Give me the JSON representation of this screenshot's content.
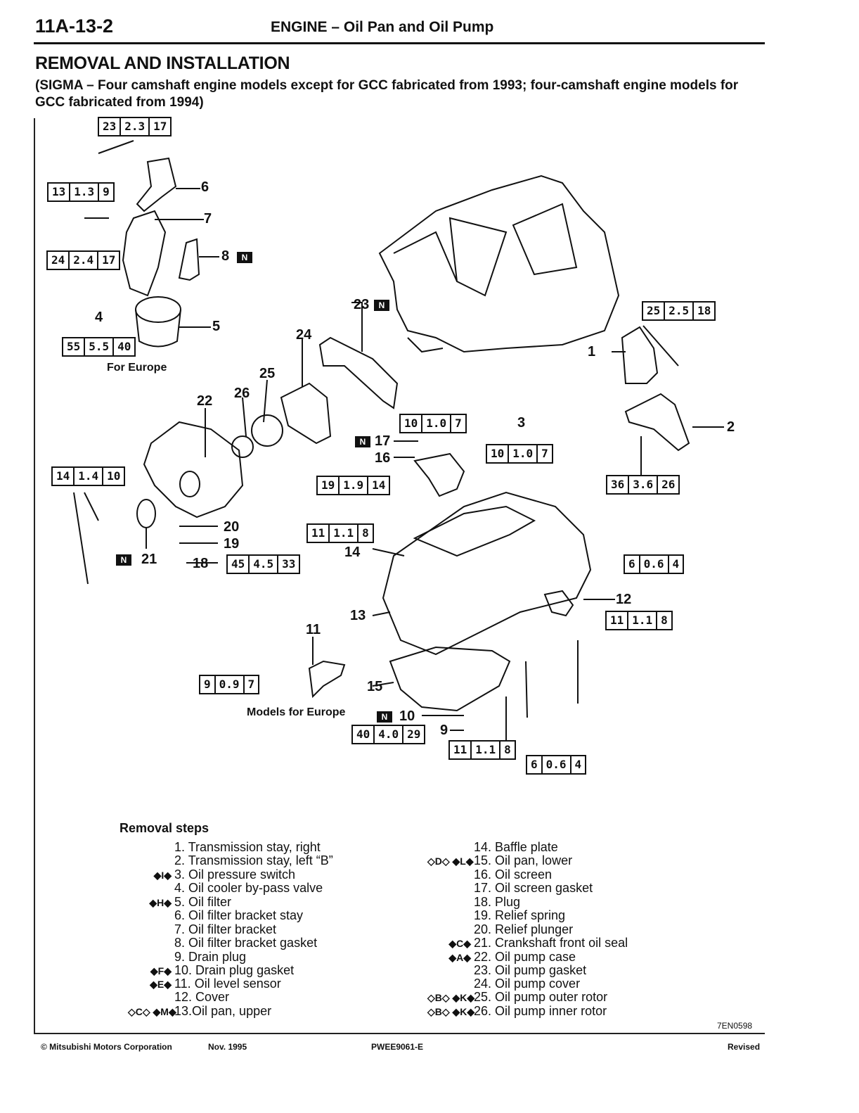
{
  "header": {
    "page_number": "11A-13-2",
    "title": "ENGINE – Oil Pan and Oil Pump"
  },
  "section": {
    "title": "REMOVAL AND INSTALLATION",
    "subtitle": "(SIGMA – Four camshaft engine models except for GCC fabricated from 1993; four-camshaft engine models for GCC fabricated from 1994)"
  },
  "diagram": {
    "region_labels": [
      "For Europe",
      "Models for Europe"
    ],
    "torque_specs": [
      [
        "23",
        "2.3",
        "17"
      ],
      [
        "13",
        "1.3",
        "9"
      ],
      [
        "24",
        "2.4",
        "17"
      ],
      [
        "55",
        "5.5",
        "40"
      ],
      [
        "25",
        "2.5",
        "18"
      ],
      [
        "10",
        "1.0",
        "7"
      ],
      [
        "10",
        "1.0",
        "7"
      ],
      [
        "36",
        "3.6",
        "26"
      ],
      [
        "14",
        "1.4",
        "10"
      ],
      [
        "19",
        "1.9",
        "14"
      ],
      [
        "11",
        "1.1",
        "8"
      ],
      [
        "45",
        "4.5",
        "33"
      ],
      [
        "6",
        "0.6",
        "4"
      ],
      [
        "11",
        "1.1",
        "8"
      ],
      [
        "9",
        "0.9",
        "7"
      ],
      [
        "40",
        "4.0",
        "29"
      ],
      [
        "11",
        "1.1",
        "8"
      ],
      [
        "6",
        "0.6",
        "4"
      ]
    ],
    "callouts": [
      "6",
      "7",
      "8",
      "4",
      "5",
      "23",
      "24",
      "1",
      "25",
      "26",
      "22",
      "3",
      "2",
      "17",
      "16",
      "20",
      "19",
      "21",
      "18",
      "14",
      "12",
      "13",
      "11",
      "15",
      "10",
      "9"
    ],
    "new_part_mark": "N",
    "figure_code": "7EN0598"
  },
  "removal_steps": {
    "title": "Removal steps",
    "left": [
      {
        "mark": "",
        "text": "1. Transmission stay, right"
      },
      {
        "mark": "",
        "text": "2. Transmission stay, left “B”"
      },
      {
        "mark": "◆I◆",
        "text": "3. Oil pressure switch"
      },
      {
        "mark": "",
        "text": "4. Oil cooler by-pass valve"
      },
      {
        "mark": "◆H◆",
        "text": "5. Oil filter"
      },
      {
        "mark": "",
        "text": "6. Oil filter bracket stay"
      },
      {
        "mark": "",
        "text": "7. Oil filter bracket"
      },
      {
        "mark": "",
        "text": "8. Oil filter bracket gasket"
      },
      {
        "mark": "",
        "text": "9. Drain plug"
      },
      {
        "mark": "◆F◆",
        "text": "10. Drain plug gasket"
      },
      {
        "mark": "◆E◆",
        "text": "11. Oil level sensor"
      },
      {
        "mark": "",
        "text": "12. Cover"
      },
      {
        "mark": "◇C◇ ◆M◆",
        "text": "13.Oil pan, upper"
      }
    ],
    "right": [
      {
        "mark": "",
        "text": "14. Baffle plate"
      },
      {
        "mark": "◇D◇ ◆L◆",
        "text": "15. Oil pan, lower"
      },
      {
        "mark": "",
        "text": "16. Oil screen"
      },
      {
        "mark": "",
        "text": "17. Oil screen gasket"
      },
      {
        "mark": "",
        "text": "18. Plug"
      },
      {
        "mark": "",
        "text": "19. Relief spring"
      },
      {
        "mark": "",
        "text": "20. Relief plunger"
      },
      {
        "mark": "◆C◆",
        "text": "21. Crankshaft front oil seal"
      },
      {
        "mark": "◆A◆",
        "text": "22. Oil pump case"
      },
      {
        "mark": "",
        "text": "23. Oil pump gasket"
      },
      {
        "mark": "",
        "text": "24. Oil pump cover"
      },
      {
        "mark": "◇B◇ ◆K◆",
        "text": "25. Oil pump outer rotor"
      },
      {
        "mark": "◇B◇ ◆K◆",
        "text": "26. Oil pump inner rotor"
      }
    ]
  },
  "footer": {
    "copyright": "© Mitsubishi Motors Corporation",
    "date": "Nov. 1995",
    "doc_code": "PWEE9061-E",
    "status": "Revised"
  }
}
